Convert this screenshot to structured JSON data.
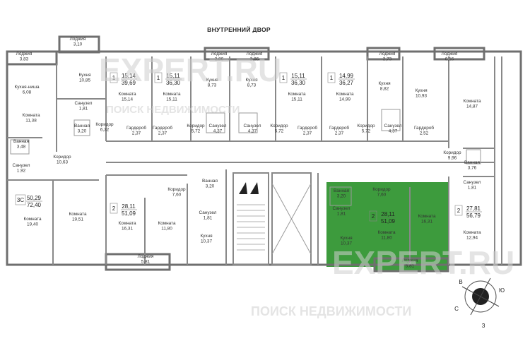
{
  "plan": {
    "title": "ВНУТРЕННИЙ ДВОР",
    "highlight_color": "#3d9b3d",
    "watermark": {
      "brand": "EXPERT.RU",
      "tagline": "ПОИСК НЕДВИЖИМОСТИ"
    },
    "compass": {
      "n": "С",
      "s": "З",
      "e": "Ю",
      "w": "В"
    },
    "rooms": [
      {
        "id": "r1",
        "name": "Лоджия",
        "area": "3,83"
      },
      {
        "id": "r2",
        "name": "Лоджия",
        "area": "3,10"
      },
      {
        "id": "r3",
        "name": "Лоджия",
        "area": "2,86"
      },
      {
        "id": "r4",
        "name": "Лоджия",
        "area": "2,86"
      },
      {
        "id": "r5",
        "name": "Лоджия",
        "area": "2,73"
      },
      {
        "id": "r6",
        "name": "Лоджия",
        "area": "6,16"
      },
      {
        "id": "r7",
        "name": "Кухня-ниша",
        "area": "6,08"
      },
      {
        "id": "r8",
        "name": "Кухня",
        "area": "10,85"
      },
      {
        "id": "r9",
        "name": "Комната",
        "area": "15,14"
      },
      {
        "id": "r10",
        "name": "Комната",
        "area": "15,11"
      },
      {
        "id": "r11",
        "name": "Кухня",
        "area": "8,73"
      },
      {
        "id": "r12",
        "name": "Кухня",
        "area": "8,73"
      },
      {
        "id": "r13",
        "name": "Комната",
        "area": "15,11"
      },
      {
        "id": "r14",
        "name": "Комната",
        "area": "14,99"
      },
      {
        "id": "r15",
        "name": "Кухня",
        "area": "8,82"
      },
      {
        "id": "r16",
        "name": "Кухня",
        "area": "10,93"
      },
      {
        "id": "r17",
        "name": "Комната",
        "area": "14,87"
      },
      {
        "id": "r18",
        "name": "Санузел",
        "area": "1,81"
      },
      {
        "id": "r19",
        "name": "Комната",
        "area": "11,38"
      },
      {
        "id": "r20",
        "name": "Ванная",
        "area": "3,20"
      },
      {
        "id": "r21",
        "name": "Коридор",
        "area": "6,32"
      },
      {
        "id": "r22",
        "name": "Гардероб",
        "area": "2,37"
      },
      {
        "id": "r23",
        "name": "Гардероб",
        "area": "2,37"
      },
      {
        "id": "r24",
        "name": "Коридор",
        "area": "5,72"
      },
      {
        "id": "r25",
        "name": "Санузел",
        "area": "4,37"
      },
      {
        "id": "r26",
        "name": "Санузел",
        "area": "4,37"
      },
      {
        "id": "r27",
        "name": "Коридор",
        "area": "5,72"
      },
      {
        "id": "r28",
        "name": "Гардероб",
        "area": "2,37"
      },
      {
        "id": "r29",
        "name": "Гардероб",
        "area": "2,37"
      },
      {
        "id": "r30",
        "name": "Коридор",
        "area": "5,72"
      },
      {
        "id": "r31",
        "name": "Санузел",
        "area": "4,37"
      },
      {
        "id": "r32",
        "name": "Гардероб",
        "area": "2,52"
      },
      {
        "id": "r33",
        "name": "Ванная",
        "area": "3,48"
      },
      {
        "id": "r34",
        "name": "Коридор",
        "area": "10,63"
      },
      {
        "id": "r35",
        "name": "Коридор",
        "area": "9,96"
      },
      {
        "id": "r36",
        "name": "Санузел",
        "area": "1,92"
      },
      {
        "id": "r37",
        "name": "Ванная",
        "area": "3,76"
      },
      {
        "id": "r38",
        "name": "Санузел",
        "area": "1,81"
      },
      {
        "id": "r39",
        "name": "Коридор",
        "area": "7,60"
      },
      {
        "id": "r40",
        "name": "Ванная",
        "area": "3,20"
      },
      {
        "id": "r41",
        "name": "Санузел",
        "area": "1,81"
      },
      {
        "id": "r42",
        "name": "Ванная",
        "area": "3,20"
      },
      {
        "id": "r43",
        "name": "Коридор",
        "area": "7,60"
      },
      {
        "id": "r44",
        "name": "Санузел",
        "area": "1,81"
      },
      {
        "id": "r45",
        "name": "Комната",
        "area": "19,40"
      },
      {
        "id": "r46",
        "name": "Комната",
        "area": "19,51"
      },
      {
        "id": "r47",
        "name": "Комната",
        "area": "16,31"
      },
      {
        "id": "r48",
        "name": "Комната",
        "area": "11,80"
      },
      {
        "id": "r49",
        "name": "Кухня",
        "area": "10,37"
      },
      {
        "id": "r50",
        "name": "Кухня",
        "area": "10,37"
      },
      {
        "id": "r51",
        "name": "Комната",
        "area": "11,80"
      },
      {
        "id": "r52",
        "name": "Комната",
        "area": "16,31"
      },
      {
        "id": "r53",
        "name": "Комната",
        "area": "12,94"
      },
      {
        "id": "r54",
        "name": "Лоджия",
        "area": "5,81"
      },
      {
        "id": "r55",
        "name": "Лоджия",
        "area": "5,81"
      }
    ],
    "apartments": [
      {
        "id": "a1",
        "rooms": "1",
        "living": "15,14",
        "total": "39,69"
      },
      {
        "id": "a2",
        "rooms": "1",
        "living": "15,11",
        "total": "36,30"
      },
      {
        "id": "a3",
        "rooms": "1",
        "living": "15,11",
        "total": "36,30"
      },
      {
        "id": "a4",
        "rooms": "1",
        "living": "14,99",
        "total": "36,27"
      },
      {
        "id": "a5",
        "rooms": "3С",
        "living": "50,29",
        "total": "72,40"
      },
      {
        "id": "a6",
        "rooms": "2",
        "living": "28,11",
        "total": "51,09"
      },
      {
        "id": "a7",
        "rooms": "2",
        "living": "28,11",
        "total": "51,09"
      },
      {
        "id": "a8",
        "rooms": "2",
        "living": "27,81",
        "total": "56,79"
      }
    ]
  }
}
